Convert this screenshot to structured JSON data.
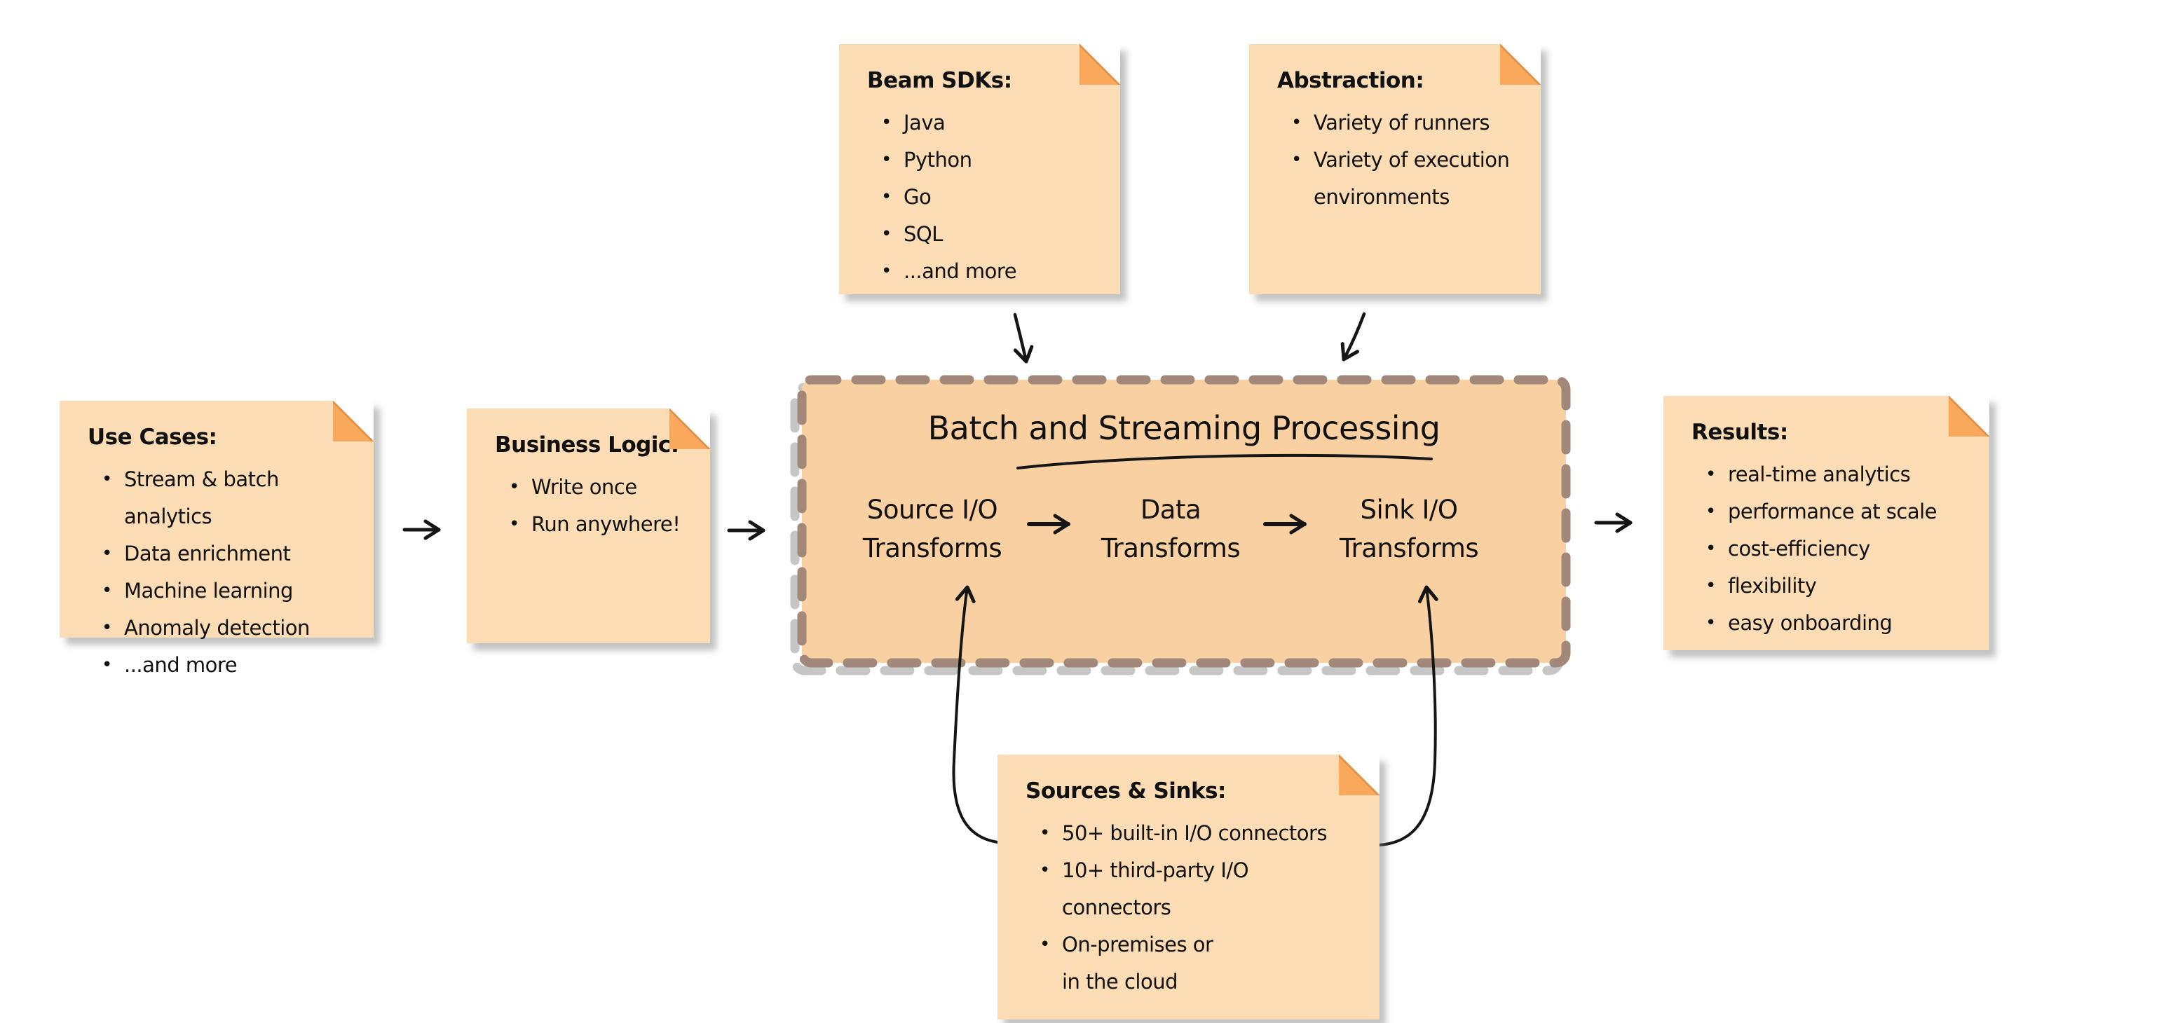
{
  "processing_box": {
    "title": "Batch and Streaming Processing",
    "stages": [
      "Source I/O\nTransforms",
      "Data\nTransforms",
      "Sink I/O\nTransforms"
    ]
  },
  "notes": {
    "beam_sdks": {
      "title": "Beam SDKs:",
      "items": [
        "Java",
        "Python",
        "Go",
        "SQL",
        "...and more"
      ]
    },
    "abstraction": {
      "title": "Abstraction:",
      "items": [
        "Variety of runners",
        "Variety of execution\nenvironments"
      ]
    },
    "use_cases": {
      "title": "Use Cases:",
      "items": [
        "Stream & batch analytics",
        "Data enrichment",
        "Machine learning",
        "Anomaly detection",
        "...and more"
      ]
    },
    "business_logic": {
      "title": "Business Logic:",
      "items": [
        "Write once",
        "Run anywhere!"
      ]
    },
    "results": {
      "title": "Results:",
      "items": [
        "real-time analytics",
        "performance at scale",
        "cost-efficiency",
        "flexibility",
        "easy onboarding"
      ]
    },
    "sources_sinks": {
      "title": "Sources & Sinks:",
      "items": [
        "50+ built-in I/O connectors",
        "10+ third-party I/O\nconnectors",
        "On-premises or\nin the cloud"
      ]
    }
  },
  "colors": {
    "note_fill": "#fbdcb5",
    "note_fold": "#f9a85c",
    "box_fill": "#f9d0a1",
    "box_dash": "#a1887b",
    "shadow_dash": "#c6c6c6",
    "arrow": "#151515"
  }
}
